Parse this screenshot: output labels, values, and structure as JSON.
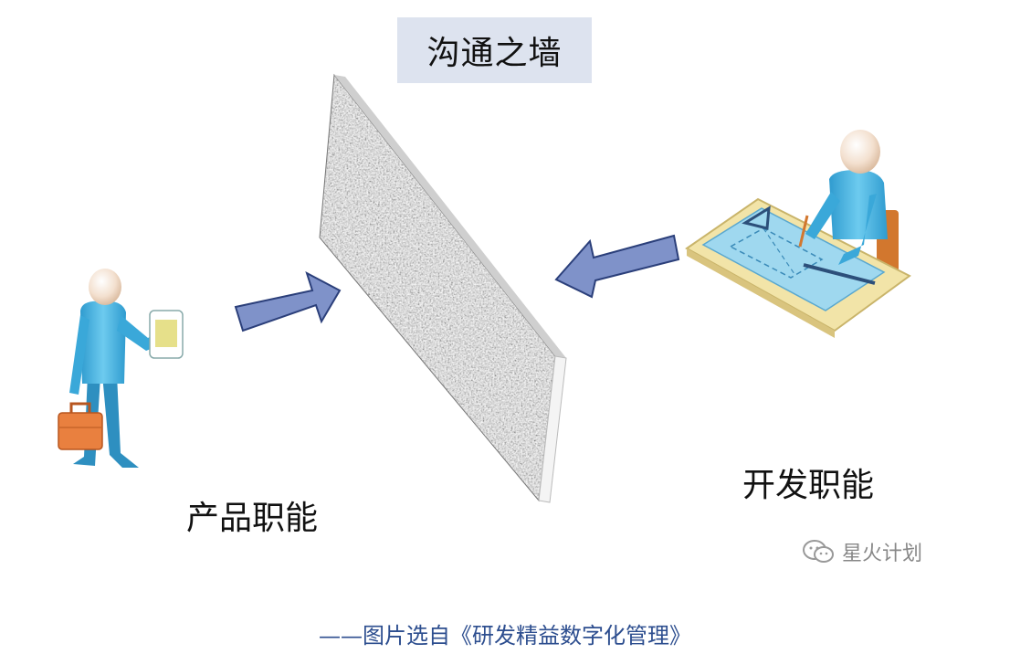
{
  "title": "沟通之墙",
  "left_label": "产品职能",
  "right_label": "开发职能",
  "watermark": "星火计划",
  "caption": "——图片选自《研发精益数字化管理》",
  "icons": {
    "left_person": "businessman-with-briefcase-and-tablet-icon",
    "right_person": "engineer-drawing-blueprint-icon",
    "wall": "wall-icon",
    "watermark": "wechat-icon"
  },
  "colors": {
    "title_bg": "#dde3ef",
    "arrow_fill": "#7f92c9",
    "arrow_stroke": "#2b3f7a",
    "person_body": "#4cb6e0",
    "briefcase": "#e9803f",
    "blueprint": "#9fd8ef",
    "table": "#f2e4a8",
    "caption": "#2d4e8f"
  }
}
